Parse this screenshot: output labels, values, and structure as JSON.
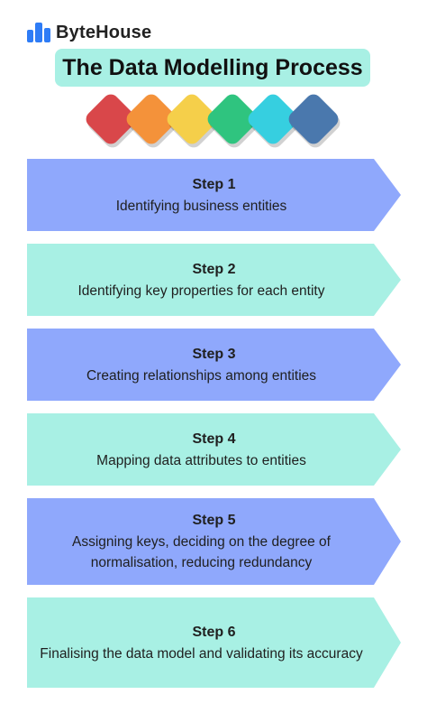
{
  "brand": {
    "name": "ByteHouse",
    "icon": "bytehouse-logo-icon",
    "color": "#2e7cf6"
  },
  "title": "The Data Modelling Process",
  "decorative_tiles": [
    "#d9474a",
    "#f4923a",
    "#f5cf4a",
    "#2fc47f",
    "#36cfe0",
    "#4a78ad"
  ],
  "colors": {
    "step_blue": "#8fa8fc",
    "step_mint": "#a8f0e4",
    "title_bg": "#a8f0e4"
  },
  "steps": [
    {
      "title": "Step 1",
      "description": "Identifying business entities",
      "color": "blue"
    },
    {
      "title": "Step 2",
      "description": "Identifying key properties for each entity",
      "color": "mint"
    },
    {
      "title": "Step 3",
      "description": "Creating relationships among entities",
      "color": "blue"
    },
    {
      "title": "Step 4",
      "description": "Mapping data attributes to entities",
      "color": "mint"
    },
    {
      "title": "Step 5",
      "description": "Assigning keys, deciding on the degree of normalisation, reducing redundancy",
      "color": "blue"
    },
    {
      "title": "Step 6",
      "description": "Finalising the data model and validating its accuracy",
      "color": "mint"
    }
  ]
}
